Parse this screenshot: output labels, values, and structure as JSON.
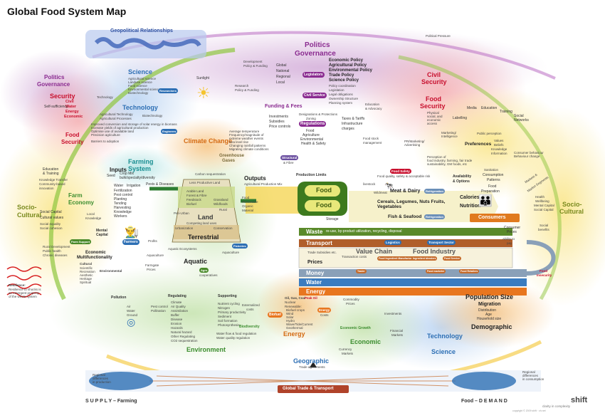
{
  "title": "Global Food System Map",
  "sections": {
    "geopolitical": {
      "label": "Geopolitical Relationships"
    },
    "politics": {
      "title": "Politics",
      "subtitle": "Governance",
      "policies": [
        "Economic Policy",
        "Agricultural Policy",
        "Environmental Policy",
        "Trade Policy",
        "Science Policy"
      ],
      "levels": [
        "Global",
        "National",
        "Regional",
        "Local"
      ],
      "legislators": "Legislators",
      "civil_service": "Civil Service",
      "sub_items": [
        "Policy coordination",
        "Legislation",
        "Legal obligations",
        "Ownership Structure",
        "Planning system"
      ]
    },
    "political_pressure": "Political Pressure",
    "dev_policy": [
      "Development",
      "Policy & Funding"
    ],
    "research": [
      "Research",
      "Policy & Funding"
    ],
    "education_advocacy": [
      "Education",
      "& Advocacy"
    ],
    "left_politics": [
      "Politics",
      "Governance"
    ],
    "security": {
      "title": "Security",
      "items": [
        "Civil",
        "Water",
        "Energy",
        "Economic"
      ]
    },
    "self_sufficiency": "Self-sufficiency",
    "left_food_security": [
      "Food",
      "Security"
    ],
    "science": {
      "title": "Science",
      "items": [
        "Agricultural science",
        "Landuse science",
        "Food science",
        "Environmental science",
        "Biotechnology"
      ],
      "researchers": "Researchers"
    },
    "technology": {
      "title": "Technology",
      "items": [
        "Agricultural Technology",
        "Agricultural Processes",
        "Biotechnology"
      ],
      "bullets": [
        "Improved conversion and storage of solar energy in biomass",
        "Increase yields of agricultural production",
        "Optimise use of available land",
        "Precision agriculture"
      ],
      "engineers": "Engineers",
      "barriers": "Barriers to adoption"
    },
    "sunlight": "Sunlight",
    "funding": {
      "title": "Funding & Fees",
      "items": [
        "Investments",
        "Subsidies",
        "Price controls"
      ],
      "taxes": [
        "Taxes & Tariffs",
        "Infrastructure",
        "charges"
      ]
    },
    "regulations": {
      "title": "Regulations",
      "top": [
        "Designations & Protections",
        "Zoning",
        "Planning"
      ],
      "items": [
        "Food",
        "Agriculture",
        "Environmental",
        "Health & Safety"
      ]
    },
    "climate_change": {
      "title": "Climate Change",
      "items": [
        "Average temperature",
        "Frequency/magnitude of",
        "extreme weather events",
        "Sea level rise",
        "Changing rainfall patterns",
        "Migrating climate conditions"
      ]
    },
    "greenhouse": [
      "Greenhouse",
      "Gases"
    ],
    "farming_system": [
      "Farming",
      "System"
    ],
    "inputs": {
      "title": "Inputs",
      "items": [
        "Seed",
        "Crop Mix",
        "Water",
        "Fertilization",
        "Pest control",
        "Planting",
        "Tending",
        "Harvesting",
        "Knowledge",
        "Workers"
      ],
      "bulk": "bulk/specialty/diversity",
      "irrigation": "Irrigation",
      "pests": "Pests & Diseases"
    },
    "land": {
      "title": "Land",
      "layers": [
        "Less Productive Land",
        "Arable Land",
        "Forest & Fibre",
        "Feedstock",
        "Biofuel",
        "Grassland",
        "Wildfoods",
        "Rural",
        "Peri-Urban",
        "Urbanization",
        "Conservation",
        "Competing land uses",
        "Carbon sequestration"
      ]
    },
    "terrestrial": "Terrestrial",
    "aquatic": "Aquatic",
    "aquatic_items": [
      "Aquatic Ecosystems",
      "Aquaculture",
      "Aquaculture",
      "Fisheries"
    ],
    "outputs": {
      "title": "Outputs",
      "items": [
        "Agricultural Production Mix"
      ],
      "sub": [
        "Food",
        "Renewable",
        "Organic",
        "Material"
      ]
    },
    "structural": [
      "Structural",
      "& Fibre"
    ],
    "production_limits": "Production Limits",
    "food_labels": [
      "Food",
      "Food"
    ],
    "food_safety": "Food Safety",
    "food_quality": "Food quality, safety & acceptable risk",
    "livestock": "livestock",
    "wildmeat": "Wildmeat",
    "meat_dairy": "Meat & Dairy",
    "refrigeration": "Refrigeration",
    "cereals": "Cereals, Legumes, Nuts Fruits, Vegetables",
    "fish": "Fish & Seafood",
    "storage": "Storage",
    "food_stock": [
      "Food stock",
      "management"
    ],
    "availability": [
      "Availability",
      "& Options"
    ],
    "calories": "Calories",
    "nutrition": "Nutrition",
    "waste": {
      "title": "Waste",
      "text": "re-use, by-product utilization, recycling, disposal"
    },
    "transport": {
      "title": "Transport",
      "sector": "Transport Sector",
      "logistics": "Logistics"
    },
    "value_chain": "Value Chain",
    "food_industry": "Food Industry",
    "prices": "Prices",
    "money": "Money",
    "water": "Water",
    "energy_bar": "Energy",
    "vc_items": [
      "Trader",
      "Food Ingredient Manufacturer",
      "Ingredient blenders",
      "Food Service",
      "Food marketer",
      "Food Retailers",
      "Transaction costs",
      "Trade Subsidies etc."
    ],
    "consumers": "Consumers",
    "consumer_prices": [
      "Consumer",
      "Prices"
    ],
    "ability_to_pay": [
      "Ability to",
      "pay"
    ],
    "food_security_right": {
      "title": [
        "Food",
        "Security"
      ],
      "items": [
        "Physical",
        "social, and",
        "economic",
        "access"
      ]
    },
    "civil_security": [
      "Civil",
      "Security"
    ],
    "media": {
      "items": [
        "Media",
        "Education",
        "Training",
        "Labelling",
        "Social Networks",
        "Marketing/ Intelligence",
        "PR/Marketing/ Advertising"
      ]
    },
    "preferences": {
      "title": "Preferences",
      "items": [
        "Public perception",
        "Values",
        "Beliefs",
        "Knowledge",
        "Information"
      ]
    },
    "perception": [
      "Perception of",
      "food industry, farming, fair trade",
      "sustainability, GM foods, etc"
    ],
    "consumer_behaviour": [
      "Consumer behaviour",
      "Behaviour change"
    ],
    "consumption": [
      "Sanitation",
      "Consumption",
      "Patterns",
      "Food",
      "Preparation"
    ],
    "markets": [
      "Markets &",
      "Market Segments"
    ],
    "right_sociocultural": {
      "title": [
        "Socio-",
        "Cultural"
      ],
      "items": [
        "Health",
        "Wellbeing",
        "Mental Capital",
        "Social Capital",
        "Social",
        "benefits"
      ]
    },
    "food_insecurity": [
      "Food",
      "Insecurity"
    ],
    "left_sociocultural": {
      "title": [
        "Socio-",
        "Cultural"
      ],
      "items": [
        "Education",
        "& Training",
        "Knowledge Transfer",
        "Community-based",
        "innovation",
        "Social Capital",
        "Cultural values",
        "Social equality",
        "Social cohesion"
      ]
    },
    "farm_economy": [
      "Farm",
      "Economy"
    ],
    "local_knowledge": [
      "Local",
      "Knowledge"
    ],
    "mental_capital": [
      "Mental",
      "Capital"
    ],
    "farm_support": "Farm Support",
    "farmers": "Farmers",
    "profits": "Profits",
    "rural": [
      "Rural Development",
      "Public health",
      "Chronic diseases"
    ],
    "resilience": [
      "Resilience:",
      "Resilience to shocks is",
      "an emergent property",
      "of the whole system"
    ],
    "economic_multi": {
      "title": [
        "Economic",
        "Multifunctionality"
      ],
      "cultural": "Cultural",
      "items": [
        "Scientific",
        "Recreation",
        "Aesthetic",
        "Heritage",
        "Spiritual"
      ],
      "environmental": "Environmental"
    },
    "farmgate": [
      "Farmgate",
      "Prices"
    ],
    "agro_coop": [
      "Agro",
      "cooperatives"
    ],
    "pollution": {
      "title": "Pollution",
      "items": [
        "Air",
        "Water",
        "Ground"
      ],
      "pest": [
        "Pest control",
        "Pollination"
      ]
    },
    "regulating": {
      "title": "Regulating",
      "items": [
        "Climate",
        "Air Quality",
        "Assimilation",
        "Buffer",
        "Disease",
        "Erosion",
        "Hazards",
        "Natural hazard",
        "Other Regulating",
        "CO2 sequestration"
      ]
    },
    "supporting": {
      "title": "Supporting",
      "items": [
        "Nutrient cycling",
        "Nitrogen",
        "Primary productivity",
        "Sediment",
        "Soil formation",
        "Photosynthesis"
      ],
      "water_food": [
        "Water flow & food regulation",
        "Water quality regulation"
      ]
    },
    "externalized": [
      "Externalized",
      "costs"
    ],
    "biodiversity": "Biodiversity",
    "environment": "Environment",
    "biofuel": "Biofuel",
    "energy_section": {
      "title": "Energy",
      "items": [
        "Oil, Gas, Coal",
        "Peak Oil",
        "Nuclear",
        "Renewable:",
        "Biofuel crops",
        "Wind",
        "Solar",
        "Hydro",
        "Wave/Tide/Current",
        "Geothermal"
      ],
      "costs": [
        "Energy",
        "Costs"
      ]
    },
    "commodity": [
      "Commodity",
      "Prices"
    ],
    "investments": "Investments",
    "financial": [
      "Financial",
      "Markets"
    ],
    "economic_growth": "Economic Growth",
    "economic": "Economic",
    "currency": [
      "Currency",
      "Markets"
    ],
    "technology_bottom": "Technology",
    "science_bottom": "Science",
    "population": {
      "title": "Population Size",
      "items": [
        "Migration",
        "Distribution",
        "Age",
        "Household size"
      ],
      "demographic": "Demographic"
    },
    "geographic": {
      "title": "Geographic",
      "trade": "Trade agreements",
      "left": [
        "Regional",
        "differences",
        "in production"
      ],
      "right": [
        "Regional",
        "differences",
        "in consumption"
      ],
      "global_trade": "Global Trade & Transport"
    },
    "supply": "S U P P L Y – Farming",
    "demand": "Food – D E M A N D",
    "logo": "shift",
    "logo_sub": "clarity in complexity",
    "copyright": "copyright © 2009 shift · ch.net"
  },
  "colors": {
    "purple": "#8a2b90",
    "red": "#c8102e",
    "blue": "#2d6fb4",
    "green": "#3c8d2f",
    "orange": "#e8a33a",
    "teal": "#1b8f92",
    "yellow": "#f4d03f"
  }
}
